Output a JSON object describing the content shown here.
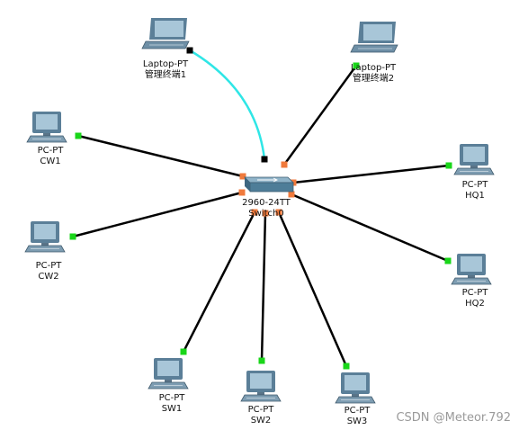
{
  "colors": {
    "background": "#ffffff",
    "ethernet_link": "#000000",
    "console_link": "#2fe6e6",
    "port_up": "#19d619",
    "port_switch": "#f07a3c",
    "port_black": "#000000",
    "device_body": "#5b7f98",
    "device_screen": "#a8c6d8"
  },
  "devices": [
    {
      "id": "laptop1",
      "type": "laptop",
      "icon": "laptop-icon",
      "model": "Laptop-PT",
      "name": "管理终端1"
    },
    {
      "id": "laptop2",
      "type": "laptop",
      "icon": "laptop-icon",
      "model": "Laptop-PT",
      "name": "管理终端2"
    },
    {
      "id": "cw1",
      "type": "pc",
      "icon": "pc-icon",
      "model": "PC-PT",
      "name": "CW1"
    },
    {
      "id": "cw2",
      "type": "pc",
      "icon": "pc-icon",
      "model": "PC-PT",
      "name": "CW2"
    },
    {
      "id": "hq1",
      "type": "pc",
      "icon": "pc-icon",
      "model": "PC-PT",
      "name": "HQ1"
    },
    {
      "id": "hq2",
      "type": "pc",
      "icon": "pc-icon",
      "model": "PC-PT",
      "name": "HQ2"
    },
    {
      "id": "sw1",
      "type": "pc",
      "icon": "pc-icon",
      "model": "PC-PT",
      "name": "SW1"
    },
    {
      "id": "sw2",
      "type": "pc",
      "icon": "pc-icon",
      "model": "PC-PT",
      "name": "SW2"
    },
    {
      "id": "sw3",
      "type": "pc",
      "icon": "pc-icon",
      "model": "PC-PT",
      "name": "SW3"
    },
    {
      "id": "switch0",
      "type": "switch",
      "icon": "switch-icon",
      "model": "2960-24TT",
      "name": "Switch0"
    }
  ],
  "links": [
    {
      "from": "laptop1",
      "to": "switch0",
      "kind": "console"
    },
    {
      "from": "laptop2",
      "to": "switch0",
      "kind": "ethernet"
    },
    {
      "from": "cw1",
      "to": "switch0",
      "kind": "ethernet"
    },
    {
      "from": "cw2",
      "to": "switch0",
      "kind": "ethernet"
    },
    {
      "from": "hq1",
      "to": "switch0",
      "kind": "ethernet"
    },
    {
      "from": "hq2",
      "to": "switch0",
      "kind": "ethernet"
    },
    {
      "from": "sw1",
      "to": "switch0",
      "kind": "ethernet"
    },
    {
      "from": "sw2",
      "to": "switch0",
      "kind": "ethernet"
    },
    {
      "from": "sw3",
      "to": "switch0",
      "kind": "ethernet"
    }
  ],
  "watermark": "CSDN @Meteor.792"
}
